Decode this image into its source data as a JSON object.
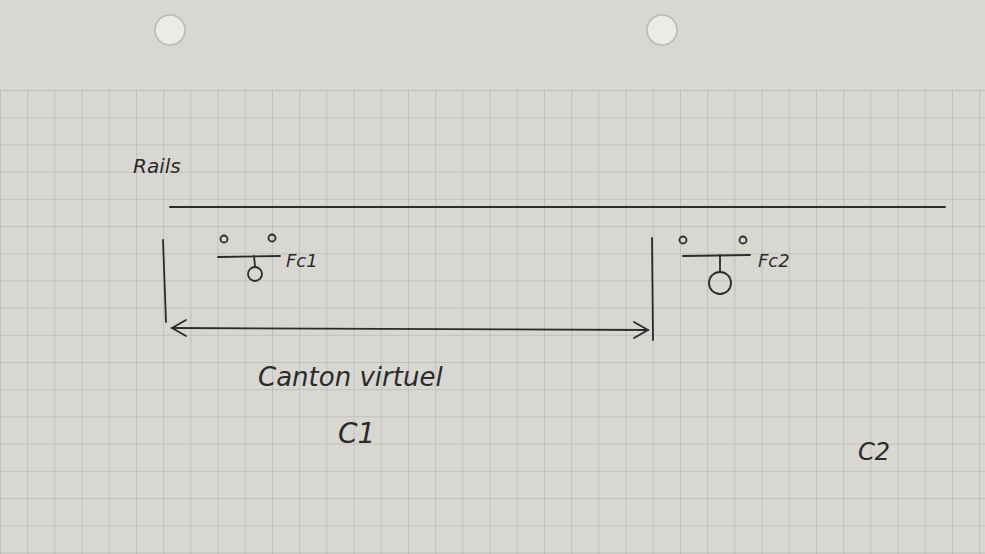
{
  "diagram": {
    "labels": [
      "Rails",
      "Fc1",
      "Fc2",
      "Canton virtuel",
      "C1",
      "C2"
    ]
  }
}
